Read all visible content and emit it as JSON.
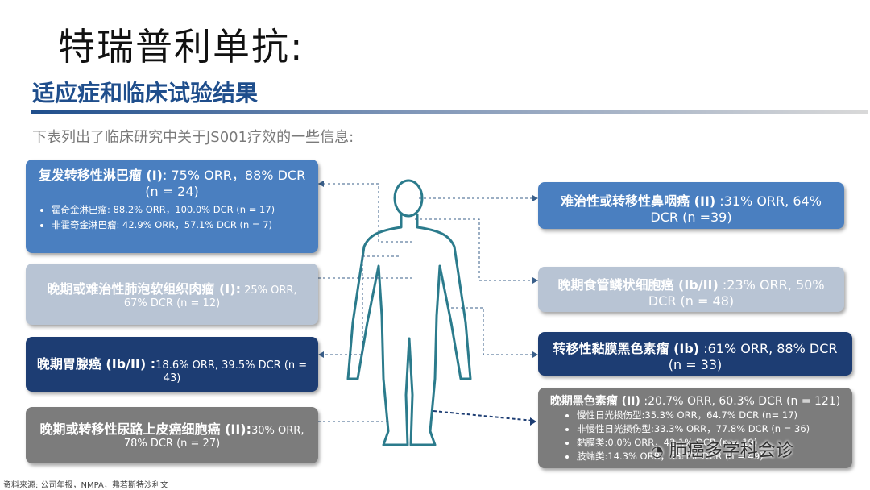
{
  "title": "特瑞普利单抗:",
  "subtitle": "适应症和临床试验结果",
  "intro": "下表列出了临床研究中关于JS001疗效的一些信息:",
  "source": "资料来源: 公司年报，NMPA，弗若斯特沙利文",
  "watermark": "肺癌多学科会诊",
  "colors": {
    "mid_blue": "#4a7fc0",
    "light_blue": "#b8c4d4",
    "dark_blue": "#1d3d73",
    "gray": "#7c7c7c",
    "title_blue": "#1f4e8c"
  },
  "left": [
    {
      "head": "复发转移性淋巴瘤 (I)",
      "text": ": 75% ORR，88% DCR (n = 24)",
      "items": [
        "霍奇金淋巴瘤: 88.2% ORR，100.0% DCR (n = 17)",
        "非霍奇金淋巴瘤: 42.9% ORR，57.1% DCR (n = 7)"
      ]
    },
    {
      "head": "晚期或难治性肺泡软组织肉瘤 (I):",
      "text": " 25% ORR, 67% DCR (n = 12)"
    },
    {
      "head": "晚期胃腺癌 (Ib/II) :",
      "text": "18.6% ORR, 39.5% DCR (n = 43)"
    },
    {
      "head": "晚期或转移性尿路上皮癌细胞癌 (II):",
      "text": "30% ORR, 78% DCR (n = 27)"
    }
  ],
  "right": [
    {
      "head": "难治性或转移性鼻咽癌 (II)",
      "text": " :31% ORR, 64% DCR (n =39)"
    },
    {
      "head": "晚期食管鳞状细胞癌 (Ib/II)",
      "text": " :23% ORR, 50% DCR (n = 48)"
    },
    {
      "head": "转移性黏膜黑色素瘤 (Ib)",
      "text": " :61% ORR, 88% DCR (n = 33)"
    },
    {
      "head": "晚期黑色素瘤 (II)",
      "text": " :20.7% ORR, 60.3% DCR (n = 121)",
      "items": [
        "慢性日光损伤型:35.3% ORR，64.7% DCR (n= 17)",
        "非慢性日光损伤型:33.3% ORR，77.8% DCR (n = 36)",
        "黏膜类:0.0% ORR，42.1% DCR (n = 19)",
        "肢端类:14.3% ORR，53.1% DCR (n = 49)"
      ]
    }
  ]
}
